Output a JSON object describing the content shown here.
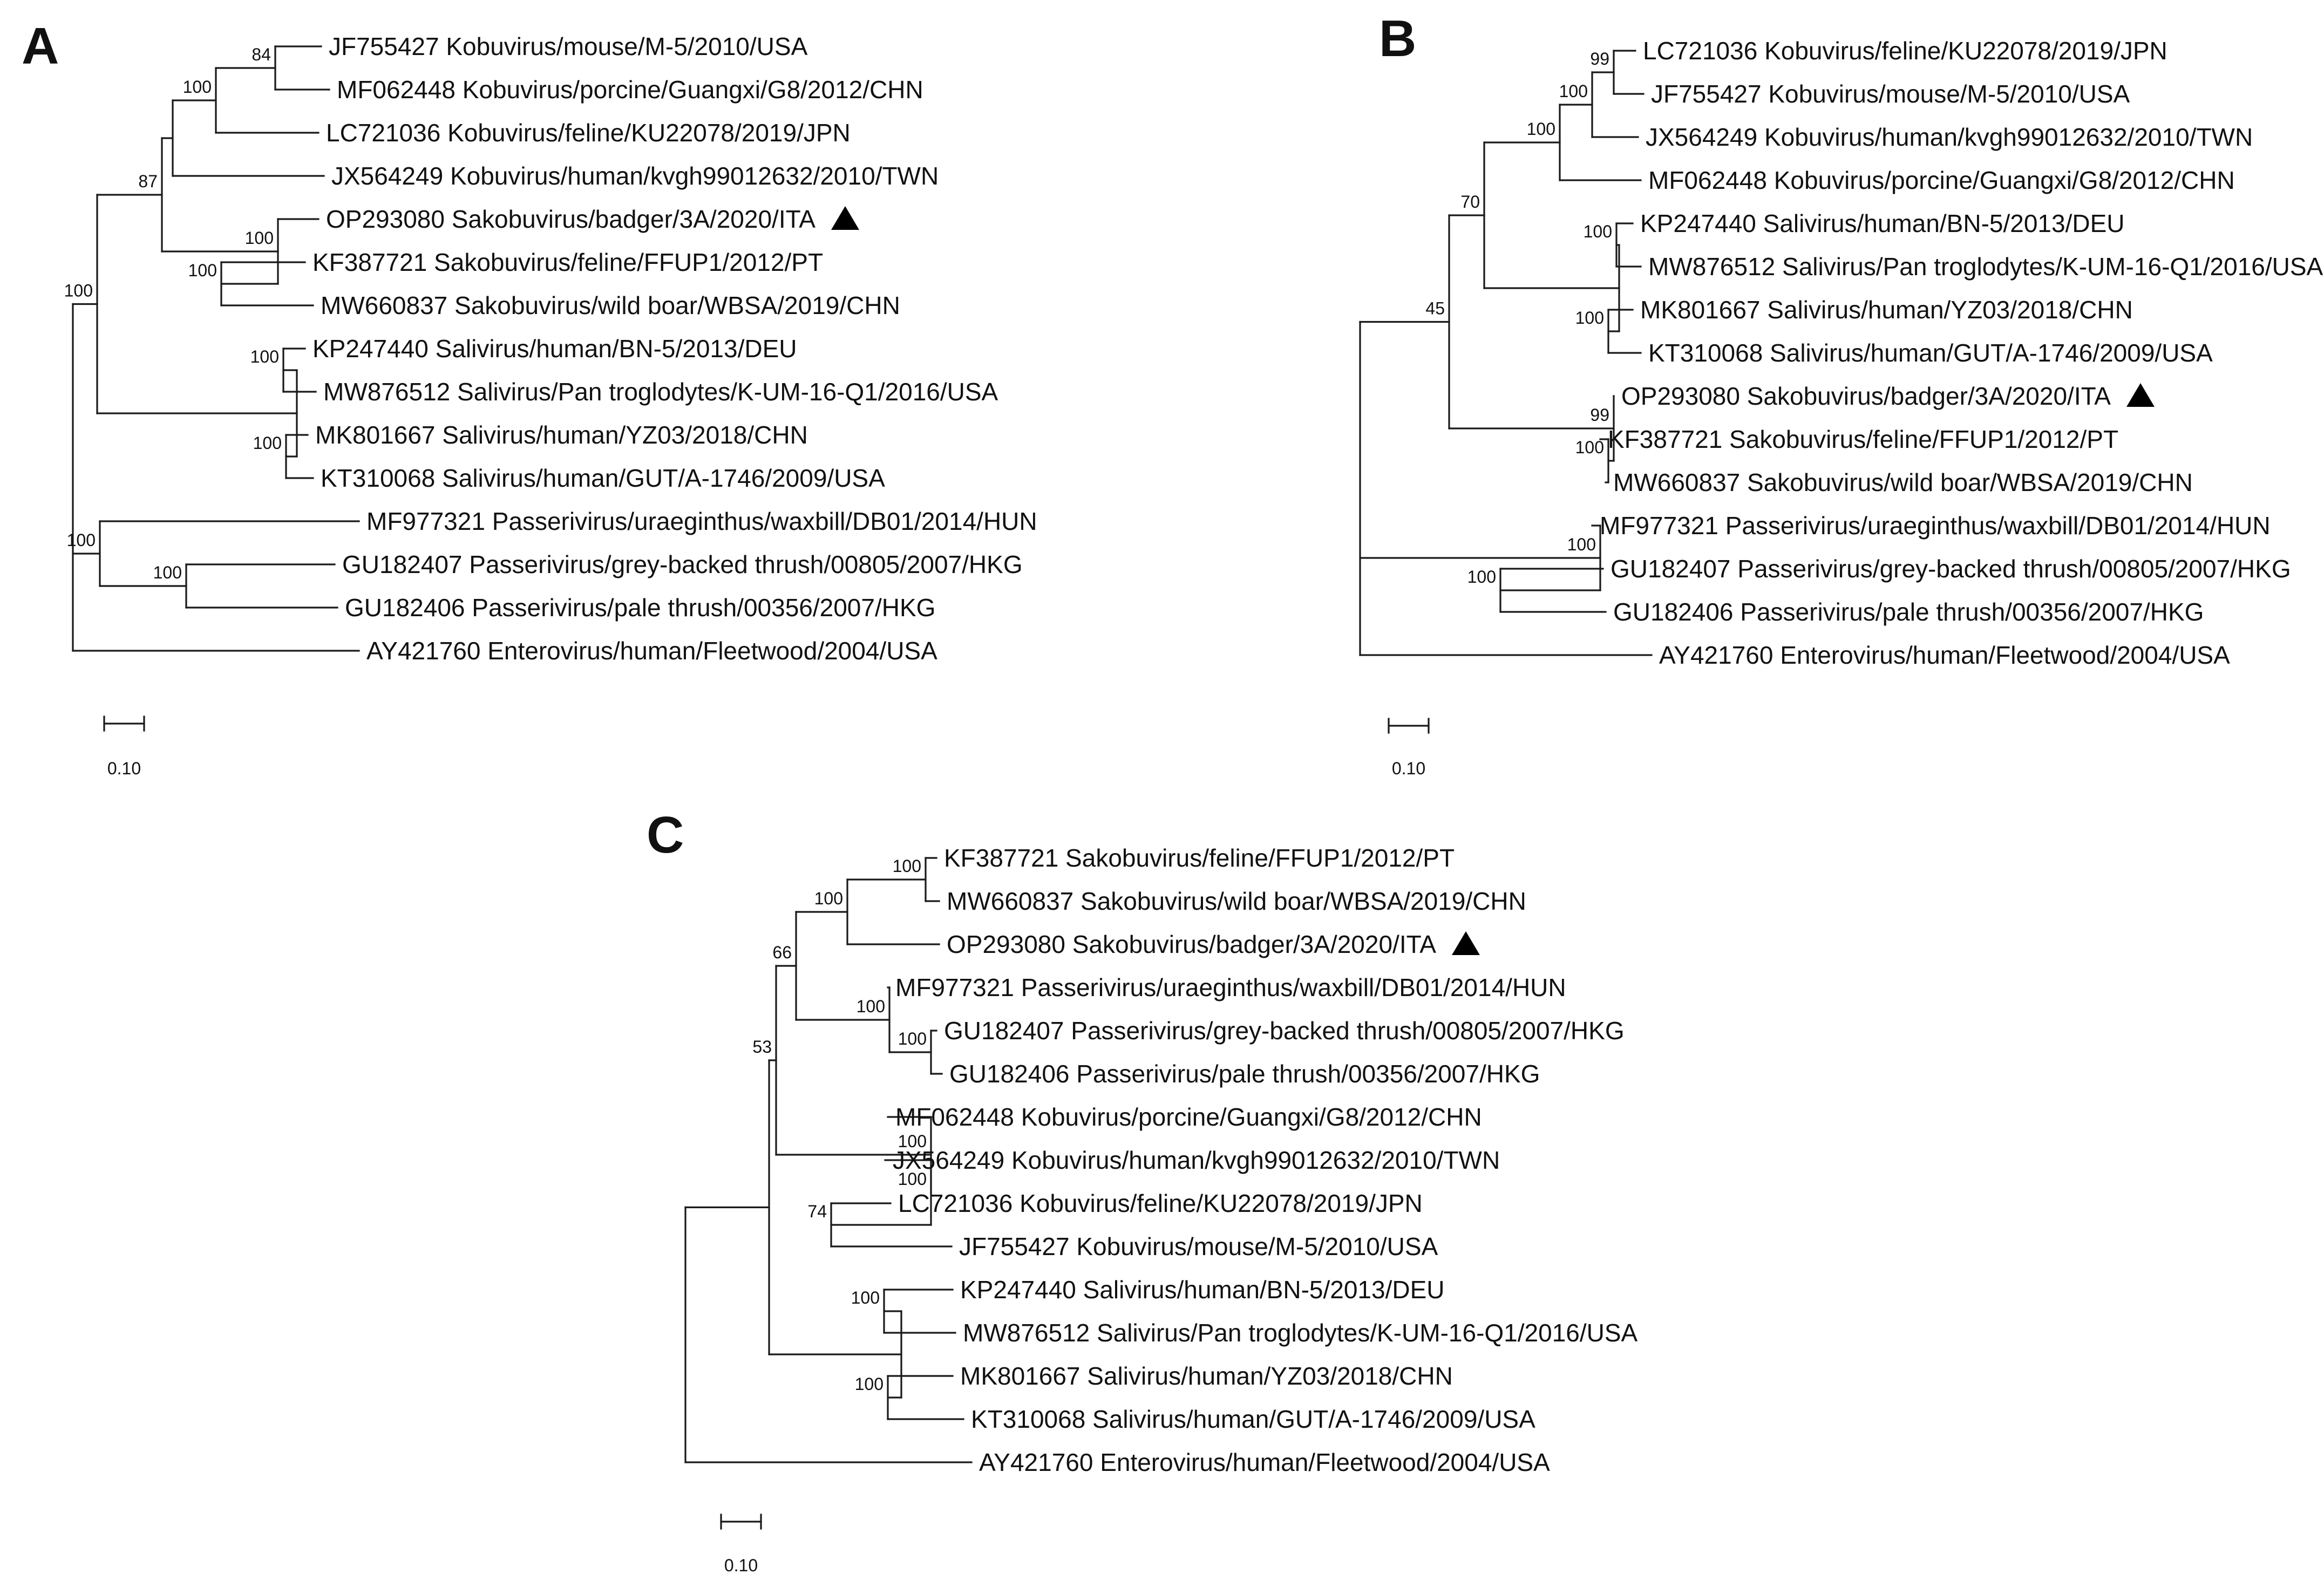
{
  "panels": [
    {
      "id": "A",
      "letter": "A",
      "scale_label": "0.10",
      "tree": {
        "c": [
          {
            "b": "100",
            "c": [
              {
                "b": "87",
                "c": [
                  {
                    "c": [
                      {
                        "b": "100",
                        "c": [
                          {
                            "b": "84",
                            "c": [
                              {
                                "label": "JF755427 Kobuvirus/mouse/M-5/2010/USA"
                              },
                              {
                                "label": "MF062448 Kobuvirus/porcine/Guangxi/G8/2012/CHN"
                              }
                            ]
                          },
                          {
                            "label": "LC721036 Kobuvirus/feline/KU22078/2019/JPN"
                          }
                        ]
                      },
                      {
                        "label": "JX564249 Kobuvirus/human/kvgh99012632/2010/TWN"
                      }
                    ]
                  },
                  {
                    "b": "100",
                    "c": [
                      {
                        "label": "OP293080 Sakobuvirus/badger/3A/2020/ITA",
                        "marker": true
                      },
                      {
                        "b": "100",
                        "c": [
                          {
                            "label": "KF387721 Sakobuvirus/feline/FFUP1/2012/PT"
                          },
                          {
                            "label": "MW660837 Sakobuvirus/wild boar/WBSA/2019/CHN"
                          }
                        ]
                      }
                    ]
                  }
                ]
              },
              {
                "c": [
                  {
                    "b": "100",
                    "c": [
                      {
                        "label": "KP247440 Salivirus/human/BN-5/2013/DEU"
                      },
                      {
                        "label": "MW876512 Salivirus/Pan troglodytes/K-UM-16-Q1/2016/USA"
                      }
                    ]
                  },
                  {
                    "b": "100",
                    "c": [
                      {
                        "label": "MK801667 Salivirus/human/YZ03/2018/CHN"
                      },
                      {
                        "label": "KT310068 Salivirus/human/GUT/A-1746/2009/USA"
                      }
                    ]
                  }
                ]
              }
            ]
          },
          {
            "b": "100",
            "c": [
              {
                "label": "MF977321 Passerivirus/uraeginthus/waxbill/DB01/2014/HUN"
              },
              {
                "b": "100",
                "c": [
                  {
                    "label": "GU182407 Passerivirus/grey-backed thrush/00805/2007/HKG"
                  },
                  {
                    "label": "GU182406 Passerivirus/pale thrush/00356/2007/HKG"
                  }
                ]
              }
            ]
          },
          {
            "label": "AY421760 Enterovirus/human/Fleetwood/2004/USA"
          }
        ]
      }
    },
    {
      "id": "B",
      "letter": "B",
      "scale_label": "0.10",
      "tree": {
        "c": [
          {
            "b": "45",
            "c": [
              {
                "b": "70",
                "c": [
                  {
                    "b": "100",
                    "c": [
                      {
                        "b": "100",
                        "c": [
                          {
                            "b": "99",
                            "c": [
                              {
                                "label": "LC721036 Kobuvirus/feline/KU22078/2019/JPN"
                              },
                              {
                                "label": "JF755427 Kobuvirus/mouse/M-5/2010/USA"
                              }
                            ]
                          },
                          {
                            "label": "JX564249 Kobuvirus/human/kvgh99012632/2010/TWN"
                          }
                        ]
                      },
                      {
                        "label": "MF062448 Kobuvirus/porcine/Guangxi/G8/2012/CHN"
                      }
                    ]
                  },
                  {
                    "c": [
                      {
                        "b": "100",
                        "c": [
                          {
                            "label": "KP247440 Salivirus/human/BN-5/2013/DEU"
                          },
                          {
                            "label": "MW876512 Salivirus/Pan troglodytes/K-UM-16-Q1/2016/USA"
                          }
                        ]
                      },
                      {
                        "b": "100",
                        "c": [
                          {
                            "label": "MK801667 Salivirus/human/YZ03/2018/CHN"
                          },
                          {
                            "label": "KT310068 Salivirus/human/GUT/A-1746/2009/USA"
                          }
                        ]
                      }
                    ]
                  }
                ]
              },
              {
                "b": "99",
                "c": [
                  {
                    "label": "OP293080 Sakobuvirus/badger/3A/2020/ITA",
                    "marker": true
                  },
                  {
                    "b": "100",
                    "c": [
                      {
                        "label": "KF387721 Sakobuvirus/feline/FFUP1/2012/PT"
                      },
                      {
                        "label": "MW660837 Sakobuvirus/wild boar/WBSA/2019/CHN"
                      }
                    ]
                  }
                ]
              }
            ]
          },
          {
            "b": "100",
            "c": [
              {
                "label": "MF977321 Passerivirus/uraeginthus/waxbill/DB01/2014/HUN"
              },
              {
                "b": "100",
                "c": [
                  {
                    "label": "GU182407 Passerivirus/grey-backed thrush/00805/2007/HKG"
                  },
                  {
                    "label": "GU182406 Passerivirus/pale thrush/00356/2007/HKG"
                  }
                ]
              }
            ]
          },
          {
            "label": "AY421760 Enterovirus/human/Fleetwood/2004/USA"
          }
        ]
      }
    },
    {
      "id": "C",
      "letter": "C",
      "scale_label": "0.10",
      "tree": {
        "c": [
          {
            "c": [
              {
                "b": "53",
                "c": [
                  {
                    "b": "66",
                    "c": [
                      {
                        "b": "100",
                        "c": [
                          {
                            "b": "100",
                            "c": [
                              {
                                "label": "KF387721 Sakobuvirus/feline/FFUP1/2012/PT"
                              },
                              {
                                "label": "MW660837 Sakobuvirus/wild boar/WBSA/2019/CHN"
                              }
                            ]
                          },
                          {
                            "label": "OP293080 Sakobuvirus/badger/3A/2020/ITA",
                            "marker": true
                          }
                        ]
                      },
                      {
                        "b": "100",
                        "c": [
                          {
                            "label": "MF977321 Passerivirus/uraeginthus/waxbill/DB01/2014/HUN"
                          },
                          {
                            "b": "100",
                            "c": [
                              {
                                "label": "GU182407 Passerivirus/grey-backed thrush/00805/2007/HKG"
                              },
                              {
                                "label": "GU182406 Passerivirus/pale thrush/00356/2007/HKG"
                              }
                            ]
                          }
                        ]
                      }
                    ]
                  },
                  {
                    "b": "100",
                    "c": [
                      {
                        "label": "MF062448 Kobuvirus/porcine/Guangxi/G8/2012/CHN"
                      },
                      {
                        "b": "100",
                        "c": [
                          {
                            "label": "JX564249 Kobuvirus/human/kvgh99012632/2010/TWN"
                          },
                          {
                            "b": "74",
                            "c": [
                              {
                                "label": "LC721036 Kobuvirus/feline/KU22078/2019/JPN"
                              },
                              {
                                "label": "JF755427 Kobuvirus/mouse/M-5/2010/USA"
                              }
                            ]
                          }
                        ]
                      }
                    ]
                  }
                ]
              },
              {
                "c": [
                  {
                    "b": "100",
                    "c": [
                      {
                        "label": "KP247440 Salivirus/human/BN-5/2013/DEU"
                      },
                      {
                        "label": "MW876512 Salivirus/Pan troglodytes/K-UM-16-Q1/2016/USA"
                      }
                    ]
                  },
                  {
                    "b": "100",
                    "c": [
                      {
                        "label": "MK801667 Salivirus/human/YZ03/2018/CHN"
                      },
                      {
                        "label": "KT310068 Salivirus/human/GUT/A-1746/2009/USA"
                      }
                    ]
                  }
                ]
              }
            ]
          },
          {
            "label": "AY421760 Enterovirus/human/Fleetwood/2004/USA"
          }
        ]
      }
    }
  ]
}
